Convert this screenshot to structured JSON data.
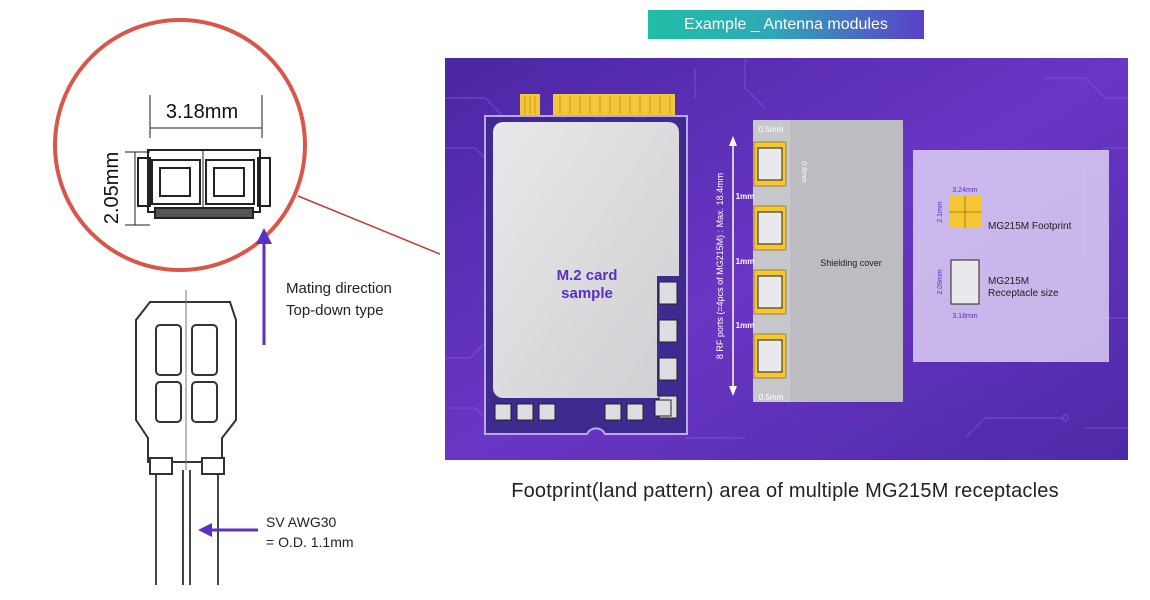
{
  "banner": {
    "text": "Example _ Antenna modules"
  },
  "zoom": {
    "width_label": "3.18mm",
    "height_label": "2.05mm"
  },
  "mating": {
    "line1": "Mating direction",
    "line2": "Top-down type"
  },
  "cable": {
    "line1": "SV AWG30",
    "line2": "= O.D. 1.1mm"
  },
  "board": {
    "card_label_1": "M.2 card",
    "card_label_2": "sample",
    "ports_label": "8 RF ports (=4pcs of MG215M) : Max. 18.4mm",
    "dim_top": "0.5mm",
    "dim_bottom": "0.5mm",
    "dim_side": "0.6mm",
    "gap_1": "1mm",
    "gap_2": "1mm",
    "gap_3": "1mm",
    "shield_label": "Shielding cover"
  },
  "legend": {
    "footprint_w": "3.24mm",
    "footprint_h": "2.1mm",
    "footprint_label": "MG215M Footprint",
    "receptacle_label_1": "MG215M",
    "receptacle_label_2": "Receptacle size",
    "receptacle_w": "3.18mm",
    "receptacle_h": "2.09mm"
  },
  "caption": {
    "text": "Footprint(land pattern) area of multiple MG215M receptacles"
  },
  "colors": {
    "accent_purple": "#5a2fc2",
    "circle_red": "#d9574a",
    "board_bg": "#5a2fb0",
    "footprint_yellow": "#f6c532"
  }
}
